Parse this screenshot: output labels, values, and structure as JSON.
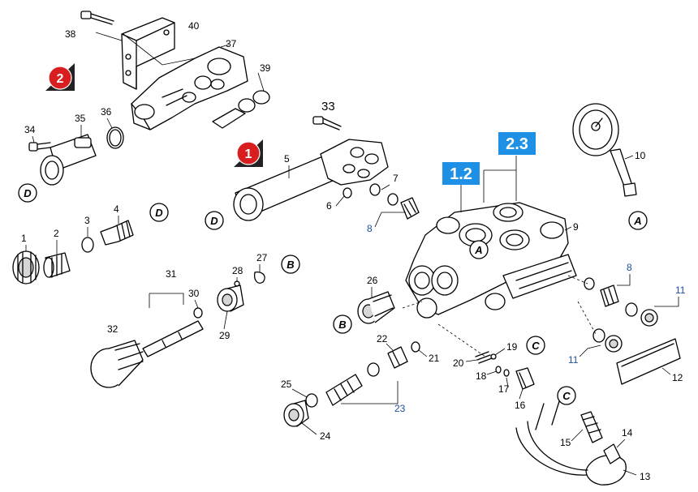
{
  "diagram": {
    "callouts": {
      "c1": "1",
      "c2": "2",
      "c3": "3",
      "c4": "4",
      "c5": "5",
      "c6": "6",
      "c7": "7",
      "c8a": "8",
      "c8b": "8",
      "c9": "9",
      "c10": "10",
      "c11a": "11",
      "c11b": "11",
      "c12": "12",
      "c13": "13",
      "c14": "14",
      "c15": "15",
      "c16": "16",
      "c17": "17",
      "c18": "18",
      "c19": "19",
      "c20": "20",
      "c21": "21",
      "c22": "22",
      "c23": "23",
      "c24": "24",
      "c25": "25",
      "c26": "26",
      "c27": "27",
      "c28": "28",
      "c29": "29",
      "c30": "30",
      "c31": "31",
      "c32": "32",
      "c33": "33",
      "c34": "34",
      "c35": "35",
      "c36": "36",
      "c37": "37",
      "c38": "38",
      "c39": "39",
      "c40": "40"
    },
    "connectors": {
      "A1": "A",
      "A2": "A",
      "B1": "B",
      "B2": "B",
      "C1": "C",
      "C2": "C",
      "D1": "D",
      "D2": "D",
      "D3": "D",
      "D4": "D"
    },
    "section_boxes": {
      "s12": "1.2",
      "s23": "2.3"
    },
    "markers": {
      "m1": "1",
      "m2": "2"
    },
    "colors": {
      "section_box": "#1e90e6",
      "marker": "#d81e1e",
      "blue_callout": "#1f4e9c"
    }
  }
}
